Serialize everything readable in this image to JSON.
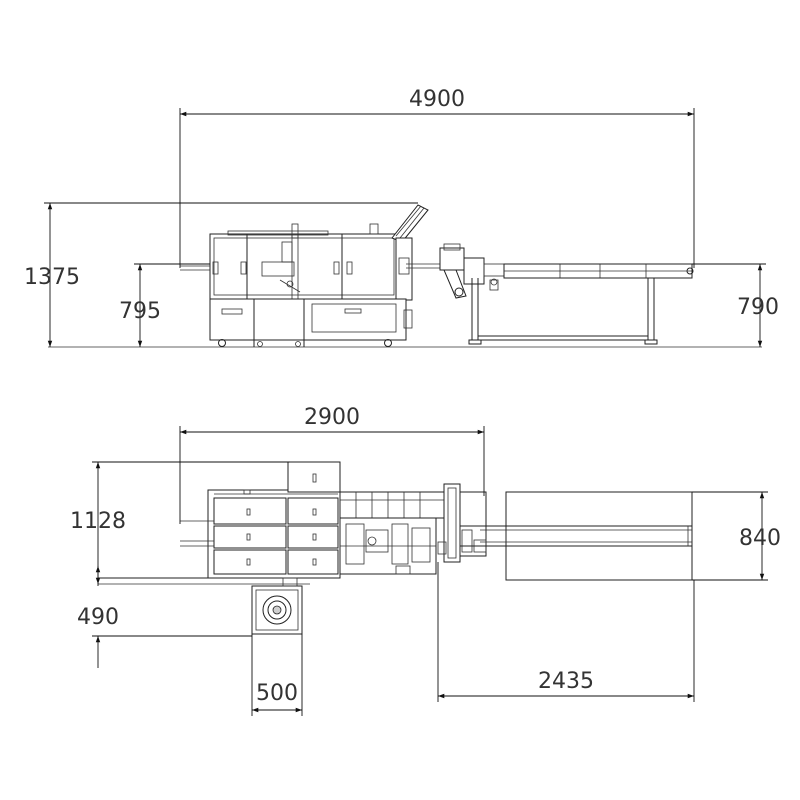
{
  "dimensions": {
    "overall_length": "4900",
    "overall_height": "1375",
    "infeed_height": "795",
    "discharge_height": "790",
    "main_body_length": "2900",
    "main_body_width": "1128",
    "hopper_offset": "490",
    "hopper_width": "500",
    "conveyor_width": "840",
    "conveyor_length": "2435"
  },
  "colors": {
    "line": "#222222",
    "text": "#333333",
    "background": "#ffffff"
  }
}
